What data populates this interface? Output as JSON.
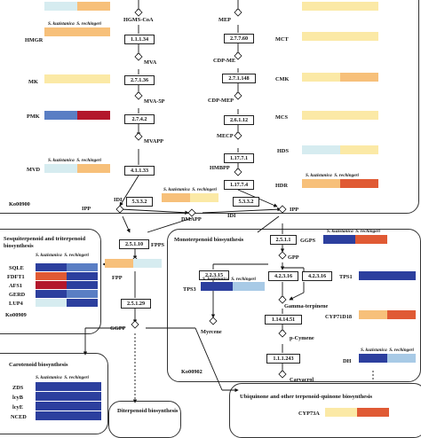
{
  "species": {
    "a": "S. kuzistanica",
    "b": "S. rechingeri"
  },
  "heatmap_colors": {
    "deep_blue": "#2c3f9e",
    "mid_blue": "#5a7ec4",
    "light_blue": "#a8cae6",
    "pale_cyan": "#d6ecf0",
    "pale_yellow": "#fbe9a6",
    "light_orange": "#f7c07a",
    "orange": "#f08a4b",
    "red_orange": "#e05a34",
    "deep_red": "#b3172c"
  },
  "mva": {
    "region_label": "Ko00900",
    "metabolites": [
      "HGMS-CoA",
      "MVA",
      "MVA-5P",
      "MVAPP"
    ],
    "enzymes": [
      "1.1.1.34",
      "2.7.1.36",
      "2.7.4.2",
      "4.1.1.33"
    ],
    "genes": [
      {
        "name": "HMGR",
        "colors": [
          "light_orange",
          "light_orange"
        ]
      },
      {
        "name": "MK",
        "colors": [
          "pale_yellow",
          "pale_yellow"
        ]
      },
      {
        "name": "PMK",
        "colors": [
          "mid_blue",
          "deep_red"
        ]
      },
      {
        "name": "MVD",
        "colors": [
          "pale_cyan",
          "light_orange"
        ]
      }
    ],
    "top_gene": {
      "colors": [
        "pale_cyan",
        "light_orange"
      ]
    }
  },
  "mep": {
    "metabolites": [
      "MEP",
      "CDP-ME",
      "CDP-MEP",
      "MECP",
      "HMBPP"
    ],
    "enzymes": [
      "2.7.7.60",
      "2.7.1.148",
      "2.6.1.12",
      "1.17.7.1",
      "1.17.7.4"
    ],
    "genes": [
      {
        "name": "MCT",
        "colors": [
          "pale_yellow",
          "pale_yellow"
        ]
      },
      {
        "name": "CMK",
        "colors": [
          "pale_yellow",
          "light_orange"
        ]
      },
      {
        "name": "MCS",
        "colors": [
          "pale_yellow",
          "pale_yellow"
        ]
      },
      {
        "name": "HDS",
        "colors": [
          "pale_cyan",
          "pale_yellow"
        ]
      },
      {
        "name": "HDR",
        "colors": [
          "light_orange",
          "red_orange"
        ]
      }
    ]
  },
  "idi": {
    "label": "IDI",
    "enzyme": "5.3.3.2",
    "colors": [
      "light_orange",
      "pale_yellow"
    ],
    "ipp": "IPP",
    "dmapp": "DMAPP"
  },
  "fpps": {
    "enzyme": "2.5.1.10",
    "label": "FPPS",
    "product": "FPP",
    "colors": [
      "light_orange",
      "pale_cyan"
    ]
  },
  "sesqui": {
    "title_line1": "Sesquiterpenoid and triterpenoid",
    "title_line2": "biosynthesis",
    "region_label": "Ko00909",
    "genes": [
      {
        "name": "SQLE",
        "colors": [
          "deep_blue",
          "mid_blue"
        ]
      },
      {
        "name": "FDFT1",
        "colors": [
          "red_orange",
          "deep_blue"
        ]
      },
      {
        "name": "AFS1",
        "colors": [
          "deep_red",
          "deep_blue"
        ]
      },
      {
        "name": "GERD",
        "colors": [
          "deep_blue",
          "mid_blue"
        ]
      },
      {
        "name": "LUP4",
        "colors": [
          "pale_cyan",
          "deep_blue"
        ]
      }
    ]
  },
  "ggpp": {
    "enzyme": "2.5.1.29",
    "product": "GGPP"
  },
  "mono": {
    "title": "Monoterpenoid biosynthesis",
    "region_label": "Ko00902",
    "gpps_enzyme": "2.5.1.1",
    "gpps_label": "GGPS",
    "gpps_colors": [
      "deep_blue",
      "red_orange"
    ],
    "gpp": "GPP",
    "enzymes": [
      "2.2.3.15",
      "4.2.3.16",
      "4.2.3.16",
      "1.14.14.51",
      "1.1.1.243"
    ],
    "metabolites": [
      "Myrcene",
      "Gamma-terpinene",
      "p-Cymene",
      "Carvacrol"
    ],
    "genes": [
      {
        "name": "TPS3",
        "colors": [
          "deep_blue",
          "light_blue"
        ]
      },
      {
        "name": "TPS1",
        "colors": [
          "deep_blue",
          "deep_blue"
        ]
      },
      {
        "name": "CYP71D18",
        "colors": [
          "light_orange",
          "red_orange"
        ]
      },
      {
        "name": "DH",
        "colors": [
          "deep_blue",
          "light_blue"
        ]
      }
    ]
  },
  "carotenoid": {
    "title": "Carotenoid biosynthesis",
    "genes": [
      {
        "name": "ZDS",
        "colors": [
          "deep_blue",
          "deep_blue"
        ]
      },
      {
        "name": "lcyB",
        "colors": [
          "deep_blue",
          "deep_blue"
        ]
      },
      {
        "name": "lcyE",
        "colors": [
          "deep_blue",
          "deep_blue"
        ]
      },
      {
        "name": "NCED",
        "colors": [
          "deep_blue",
          "deep_blue"
        ]
      }
    ]
  },
  "diterpenoid": {
    "title": "Diterpenoid biosynthesis"
  },
  "ubiquinone": {
    "title": "Ubiquinone and other terpenoid-quinone biosynthesis",
    "gene": {
      "name": "CYP73A",
      "colors": [
        "pale_yellow",
        "red_orange"
      ]
    }
  }
}
